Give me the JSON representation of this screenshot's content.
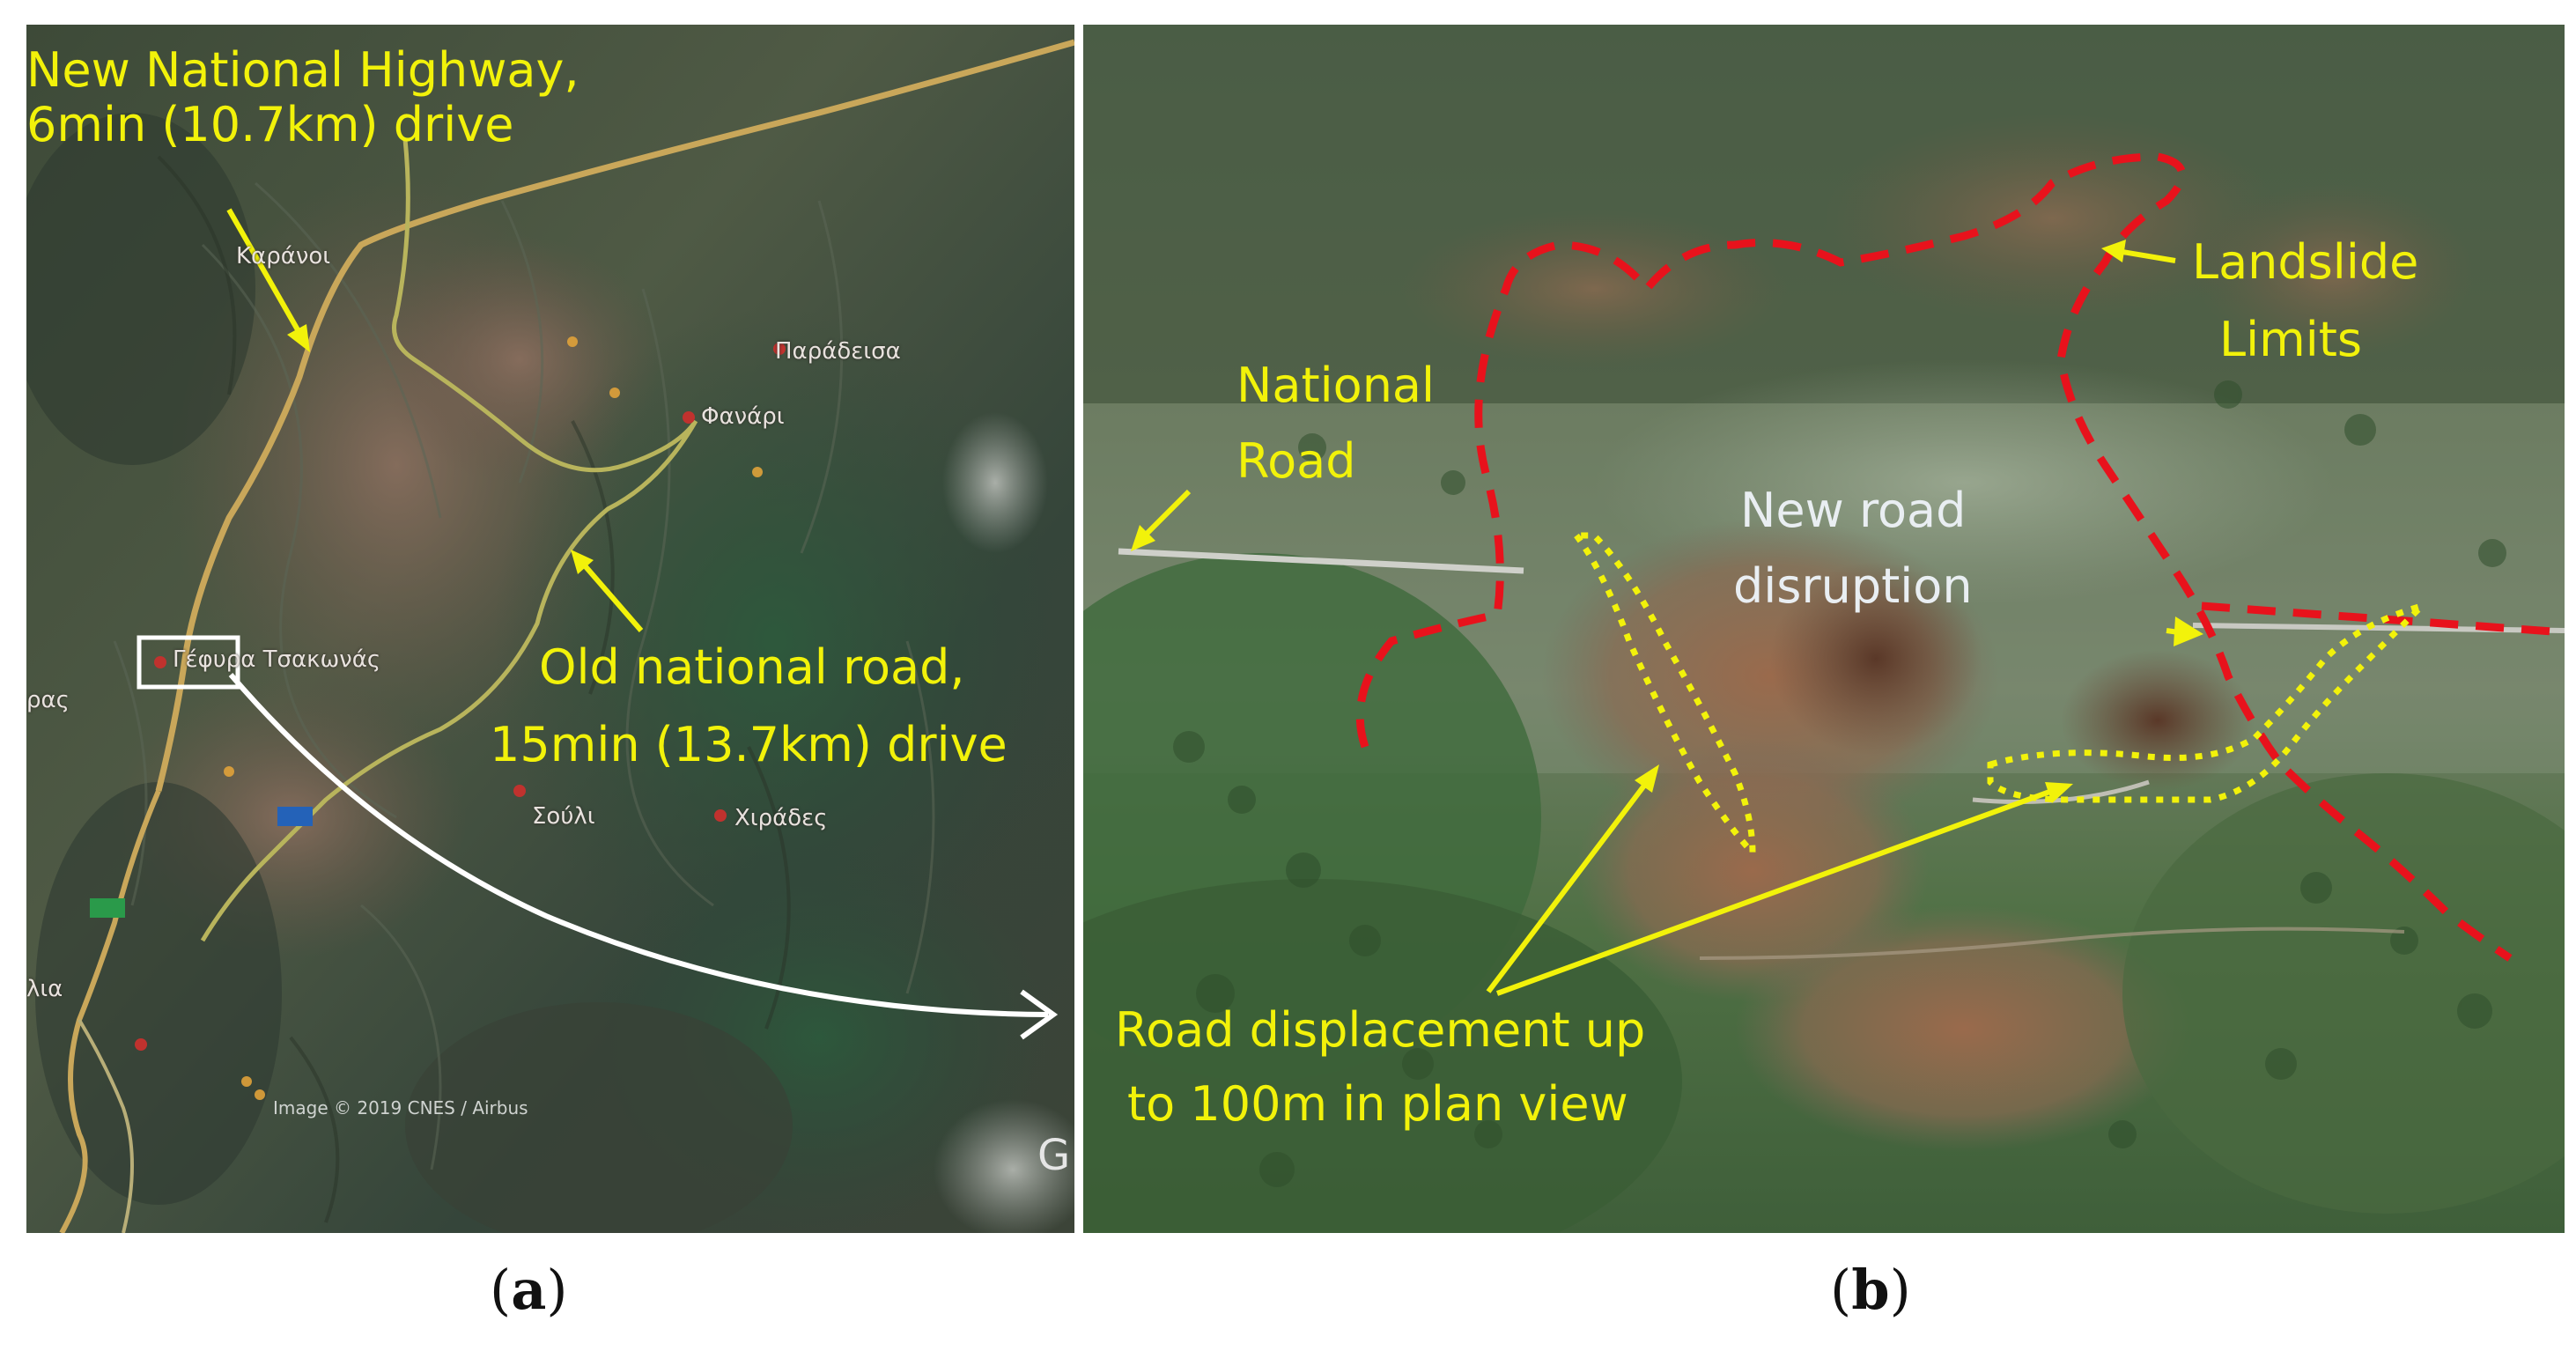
{
  "panel_a": {
    "label_highway_line1": "New National Highway,",
    "label_highway_line2": "6min (10.7km) drive",
    "label_old_road_line1": "Old national road,",
    "label_old_road_line2": "15min (13.7km) drive",
    "place_names": [
      "Καράνοι",
      "Παράδεισα",
      "Φανάρι",
      "Γέφυρα Τσακωνάς",
      "Σούλι",
      "Χιράδες",
      "ρας",
      "λια"
    ],
    "image_credit": "Image © 2019 CNES / Airbus",
    "map_logo": "G"
  },
  "panel_b": {
    "label_landslide_line1": "Landslide",
    "label_landslide_line2": "Limits",
    "label_national_line1": "National",
    "label_national_line2": "Road",
    "label_new_road_line1": "New road",
    "label_new_road_line2": "disruption",
    "label_displacement_line1": "Road displacement up",
    "label_displacement_line2": "to 100m in plan view"
  },
  "captions": {
    "a_letter": "a",
    "b_letter": "b",
    "open": "(",
    "close": ")"
  },
  "colors": {
    "annotation": "#f2f20a",
    "landslide_outline": "#e8121c",
    "road_outline": "#f2f20a",
    "arrow_link": "#ffffff"
  }
}
